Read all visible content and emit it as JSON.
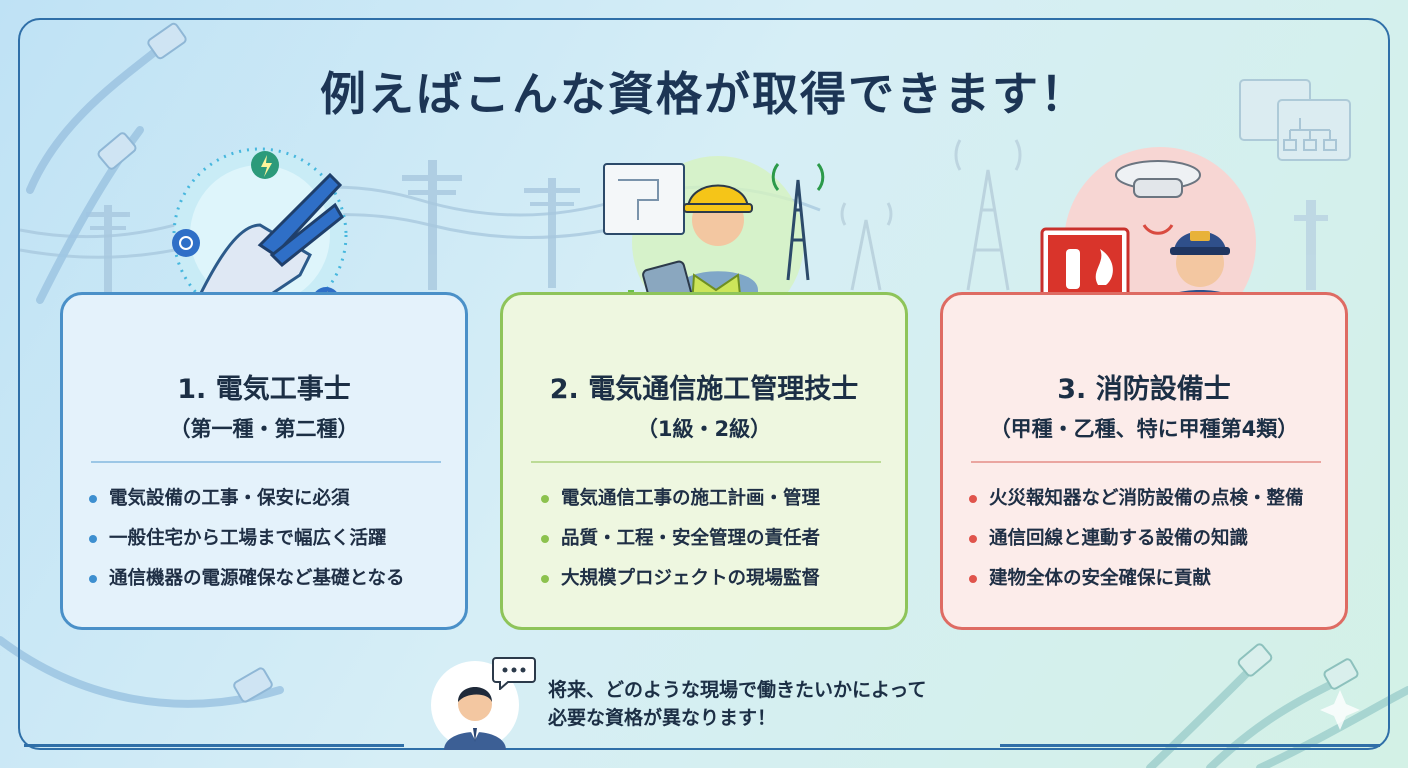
{
  "title": "例えばこんな資格が取得できます！",
  "cards": [
    {
      "title": "1. 電気工事士",
      "subtitle": "（第一種・第二種）",
      "items": [
        "電気設備の工事・保安に必須",
        "一般住宅から工場まで幅広く活躍",
        "通信機器の電源確保など基礎となる"
      ],
      "accent": "#4a90c8"
    },
    {
      "title": "2. 電気通信施工管理技士",
      "subtitle": "（1級・2級）",
      "items": [
        "電気通信工事の施工計画・管理",
        "品質・工程・安全管理の責任者",
        "大規模プロジェクトの現場監督"
      ],
      "accent": "#8ec45a"
    },
    {
      "title": "3. 消防設備士",
      "subtitle": "（甲種・乙種、特に甲種第4類）",
      "items": [
        "火災報知器など消防設備の点検・整備",
        "通信回線と連動する設備の知識",
        "建物全体の安全確保に貢献"
      ],
      "accent": "#de6b63"
    }
  ],
  "footer": {
    "line1": "将来、どのような現場で働きたいかによって",
    "line2": "必要な資格が異なります！",
    "bubble": "..."
  }
}
